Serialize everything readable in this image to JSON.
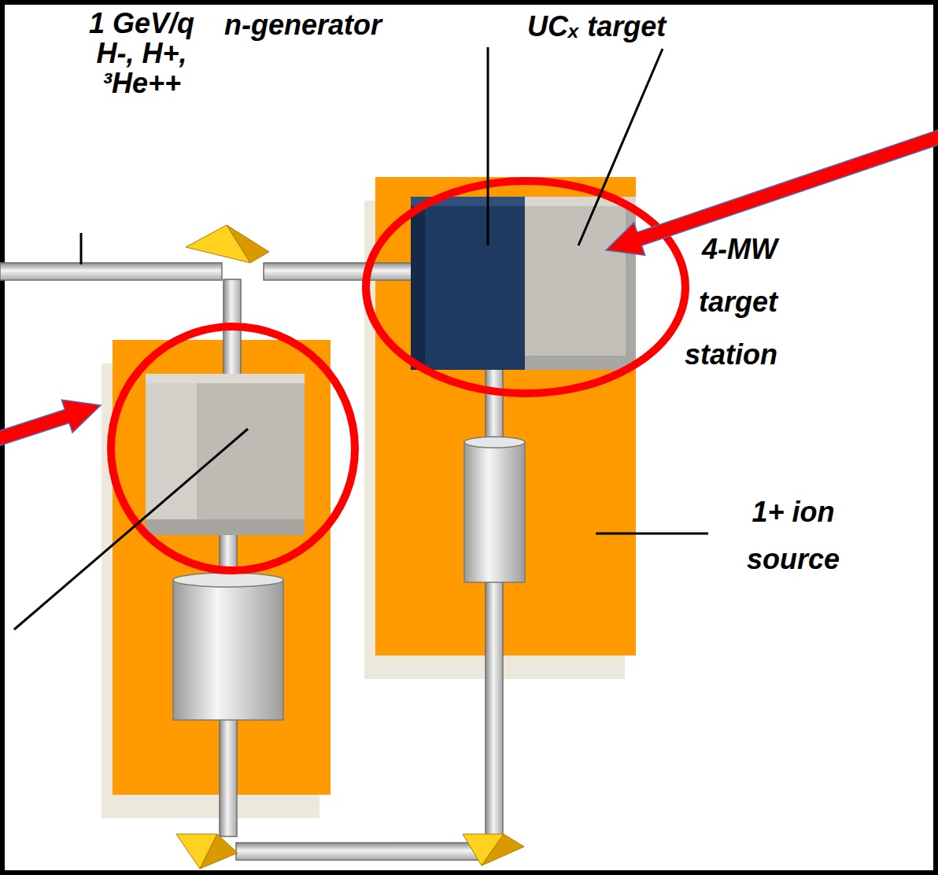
{
  "diagram": {
    "labels": [
      "1 GeV/q H-, H+, ³He++",
      "n-generator",
      "UCₓ target",
      "4-MW target station",
      "1+ ion source"
    ]
  }
}
